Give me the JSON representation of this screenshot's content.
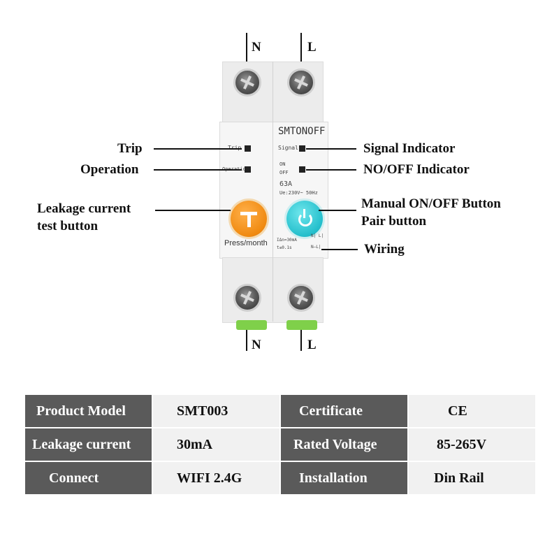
{
  "diagram": {
    "terminal_top_n": "N",
    "terminal_top_l": "L",
    "terminal_bottom_n": "N",
    "terminal_bottom_l": "L",
    "callouts": {
      "trip": "Trip",
      "operation": "Operation",
      "leakage_line1": "Leakage current",
      "leakage_line2": "test button",
      "signal": "Signal Indicator",
      "onoff": "NO/OFF Indicator",
      "manual": "Manual  ON/OFF Button",
      "pair": "Pair button",
      "wiring": "Wiring"
    }
  },
  "device": {
    "brand": "SMTONOFF",
    "trip_label": "Trip",
    "operation_label": "Operation",
    "signal_label": "Signal",
    "on_label": "ON",
    "off_label": "OFF",
    "rating": "63A",
    "voltage_spec": "Ue:230V~ 50Hz",
    "press_label": "Press/month",
    "leak_spec": "IΔn=30mA",
    "time_spec": "t≤0.1s",
    "wiring_top": "N| L|",
    "wiring_bottom": "N–L|"
  },
  "spec_table": {
    "rows": [
      {
        "k1": "Product Model",
        "v1": "SMT003",
        "k2": "Certificate",
        "v2": "CE"
      },
      {
        "k1": "Leakage current",
        "v1": "30mA",
        "k2": "Rated Voltage",
        "v2": "85-265V"
      },
      {
        "k1": "Connect",
        "v1": "WIFI 2.4G",
        "k2": "Installation",
        "v2": "Din Rail"
      }
    ]
  }
}
